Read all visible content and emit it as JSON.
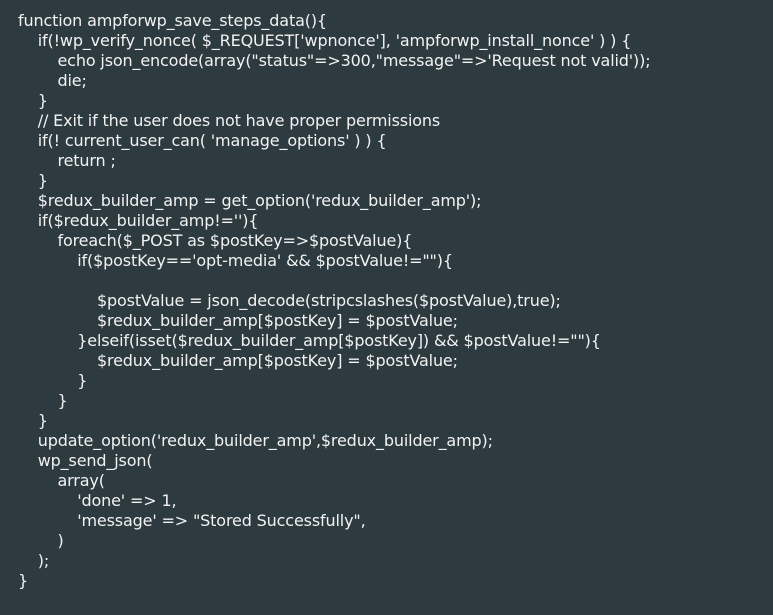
{
  "code": {
    "lines": [
      "function ampforwp_save_steps_data(){",
      "    if(!wp_verify_nonce( $_REQUEST['wpnonce'], 'ampforwp_install_nonce' ) ) {",
      "        echo json_encode(array(\"status\"=>300,\"message\"=>'Request not valid'));",
      "        die;",
      "    }",
      "    // Exit if the user does not have proper permissions",
      "    if(! current_user_can( 'manage_options' ) ) {",
      "        return ;",
      "    }",
      "    $redux_builder_amp = get_option('redux_builder_amp');",
      "    if($redux_builder_amp!=''){",
      "        foreach($_POST as $postKey=>$postValue){",
      "            if($postKey=='opt-media' && $postValue!=\"\"){",
      "",
      "                $postValue = json_decode(stripcslashes($postValue),true);",
      "                $redux_builder_amp[$postKey] = $postValue;",
      "            }elseif(isset($redux_builder_amp[$postKey]) && $postValue!=\"\"){",
      "                $redux_builder_amp[$postKey] = $postValue;",
      "            }",
      "        }",
      "    }",
      "    update_option('redux_builder_amp',$redux_builder_amp);",
      "    wp_send_json(",
      "        array(",
      "            'done' => 1,",
      "            'message' => \"Stored Successfully\",",
      "        )",
      "    );",
      "}"
    ]
  }
}
